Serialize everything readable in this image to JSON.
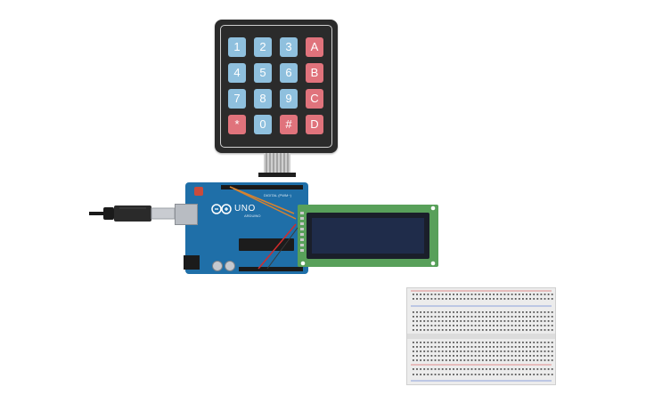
{
  "keypad": {
    "rows": [
      [
        "1",
        "2",
        "3",
        "A"
      ],
      [
        "4",
        "5",
        "6",
        "B"
      ],
      [
        "7",
        "8",
        "9",
        "C"
      ],
      [
        "*",
        "0",
        "#",
        "D"
      ]
    ]
  },
  "arduino": {
    "brand": "UNO",
    "sub_brand": "ARDUINO",
    "digital_label": "DIGITAL (PWM~)"
  },
  "colors": {
    "key_number": "#8fc0de",
    "key_function": "#e0737c",
    "board": "#1f6fa8",
    "lcd_pcb": "#58a05a",
    "lcd_screen": "#1f2c4a",
    "wire_red": "#d42b2b",
    "wire_orange": "#d6822f"
  }
}
